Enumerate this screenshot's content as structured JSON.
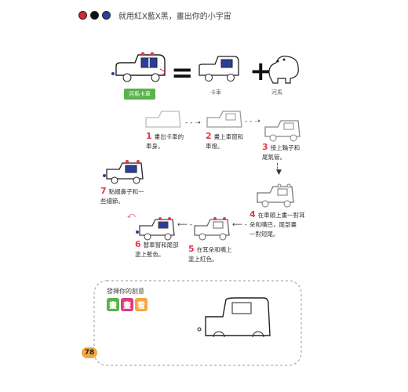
{
  "header": {
    "title": "就用紅X藍X黑，畫出你的小宇宙",
    "dots": [
      {
        "name": "red-dot-icon",
        "color": "#d8262e"
      },
      {
        "name": "black-dot-icon",
        "color": "#111111"
      },
      {
        "name": "blue-dot-icon",
        "color": "#2b3f9a"
      }
    ]
  },
  "equation": {
    "result_label": "河馬卡車",
    "truck_label": "卡車",
    "hippo_label": "河馬"
  },
  "steps": [
    {
      "num": "1",
      "text_line1": "畫出卡車的",
      "text_line2": "車身。"
    },
    {
      "num": "2",
      "text_line1": "畫上車窗和",
      "text_line2": "車燈。"
    },
    {
      "num": "3",
      "text_line1": "接上輪子和",
      "text_line2": "尾氣管。"
    },
    {
      "num": "4",
      "text_line1": "在車頭上畫一對耳",
      "text_line2": "朵和嘴巴，尾部畫",
      "text_line3": "一對短尾。"
    },
    {
      "num": "5",
      "text_line1": "在耳朵和嘴上",
      "text_line2": "塗上紅色。"
    },
    {
      "num": "6",
      "text_line1": "替車窗和尾部",
      "text_line2": "塗上藍色。"
    },
    {
      "num": "7",
      "text_line1": "點綴鼻子和一",
      "text_line2": "些細節。"
    }
  ],
  "creative": {
    "title": "發揮你的創意",
    "badges": [
      "畫",
      "畫",
      "看"
    ]
  },
  "page": {
    "number": "78"
  },
  "colors": {
    "red": "#e23a4a",
    "blue": "#2b3f9a",
    "green": "#5ab24a",
    "orange": "#f2a940"
  }
}
